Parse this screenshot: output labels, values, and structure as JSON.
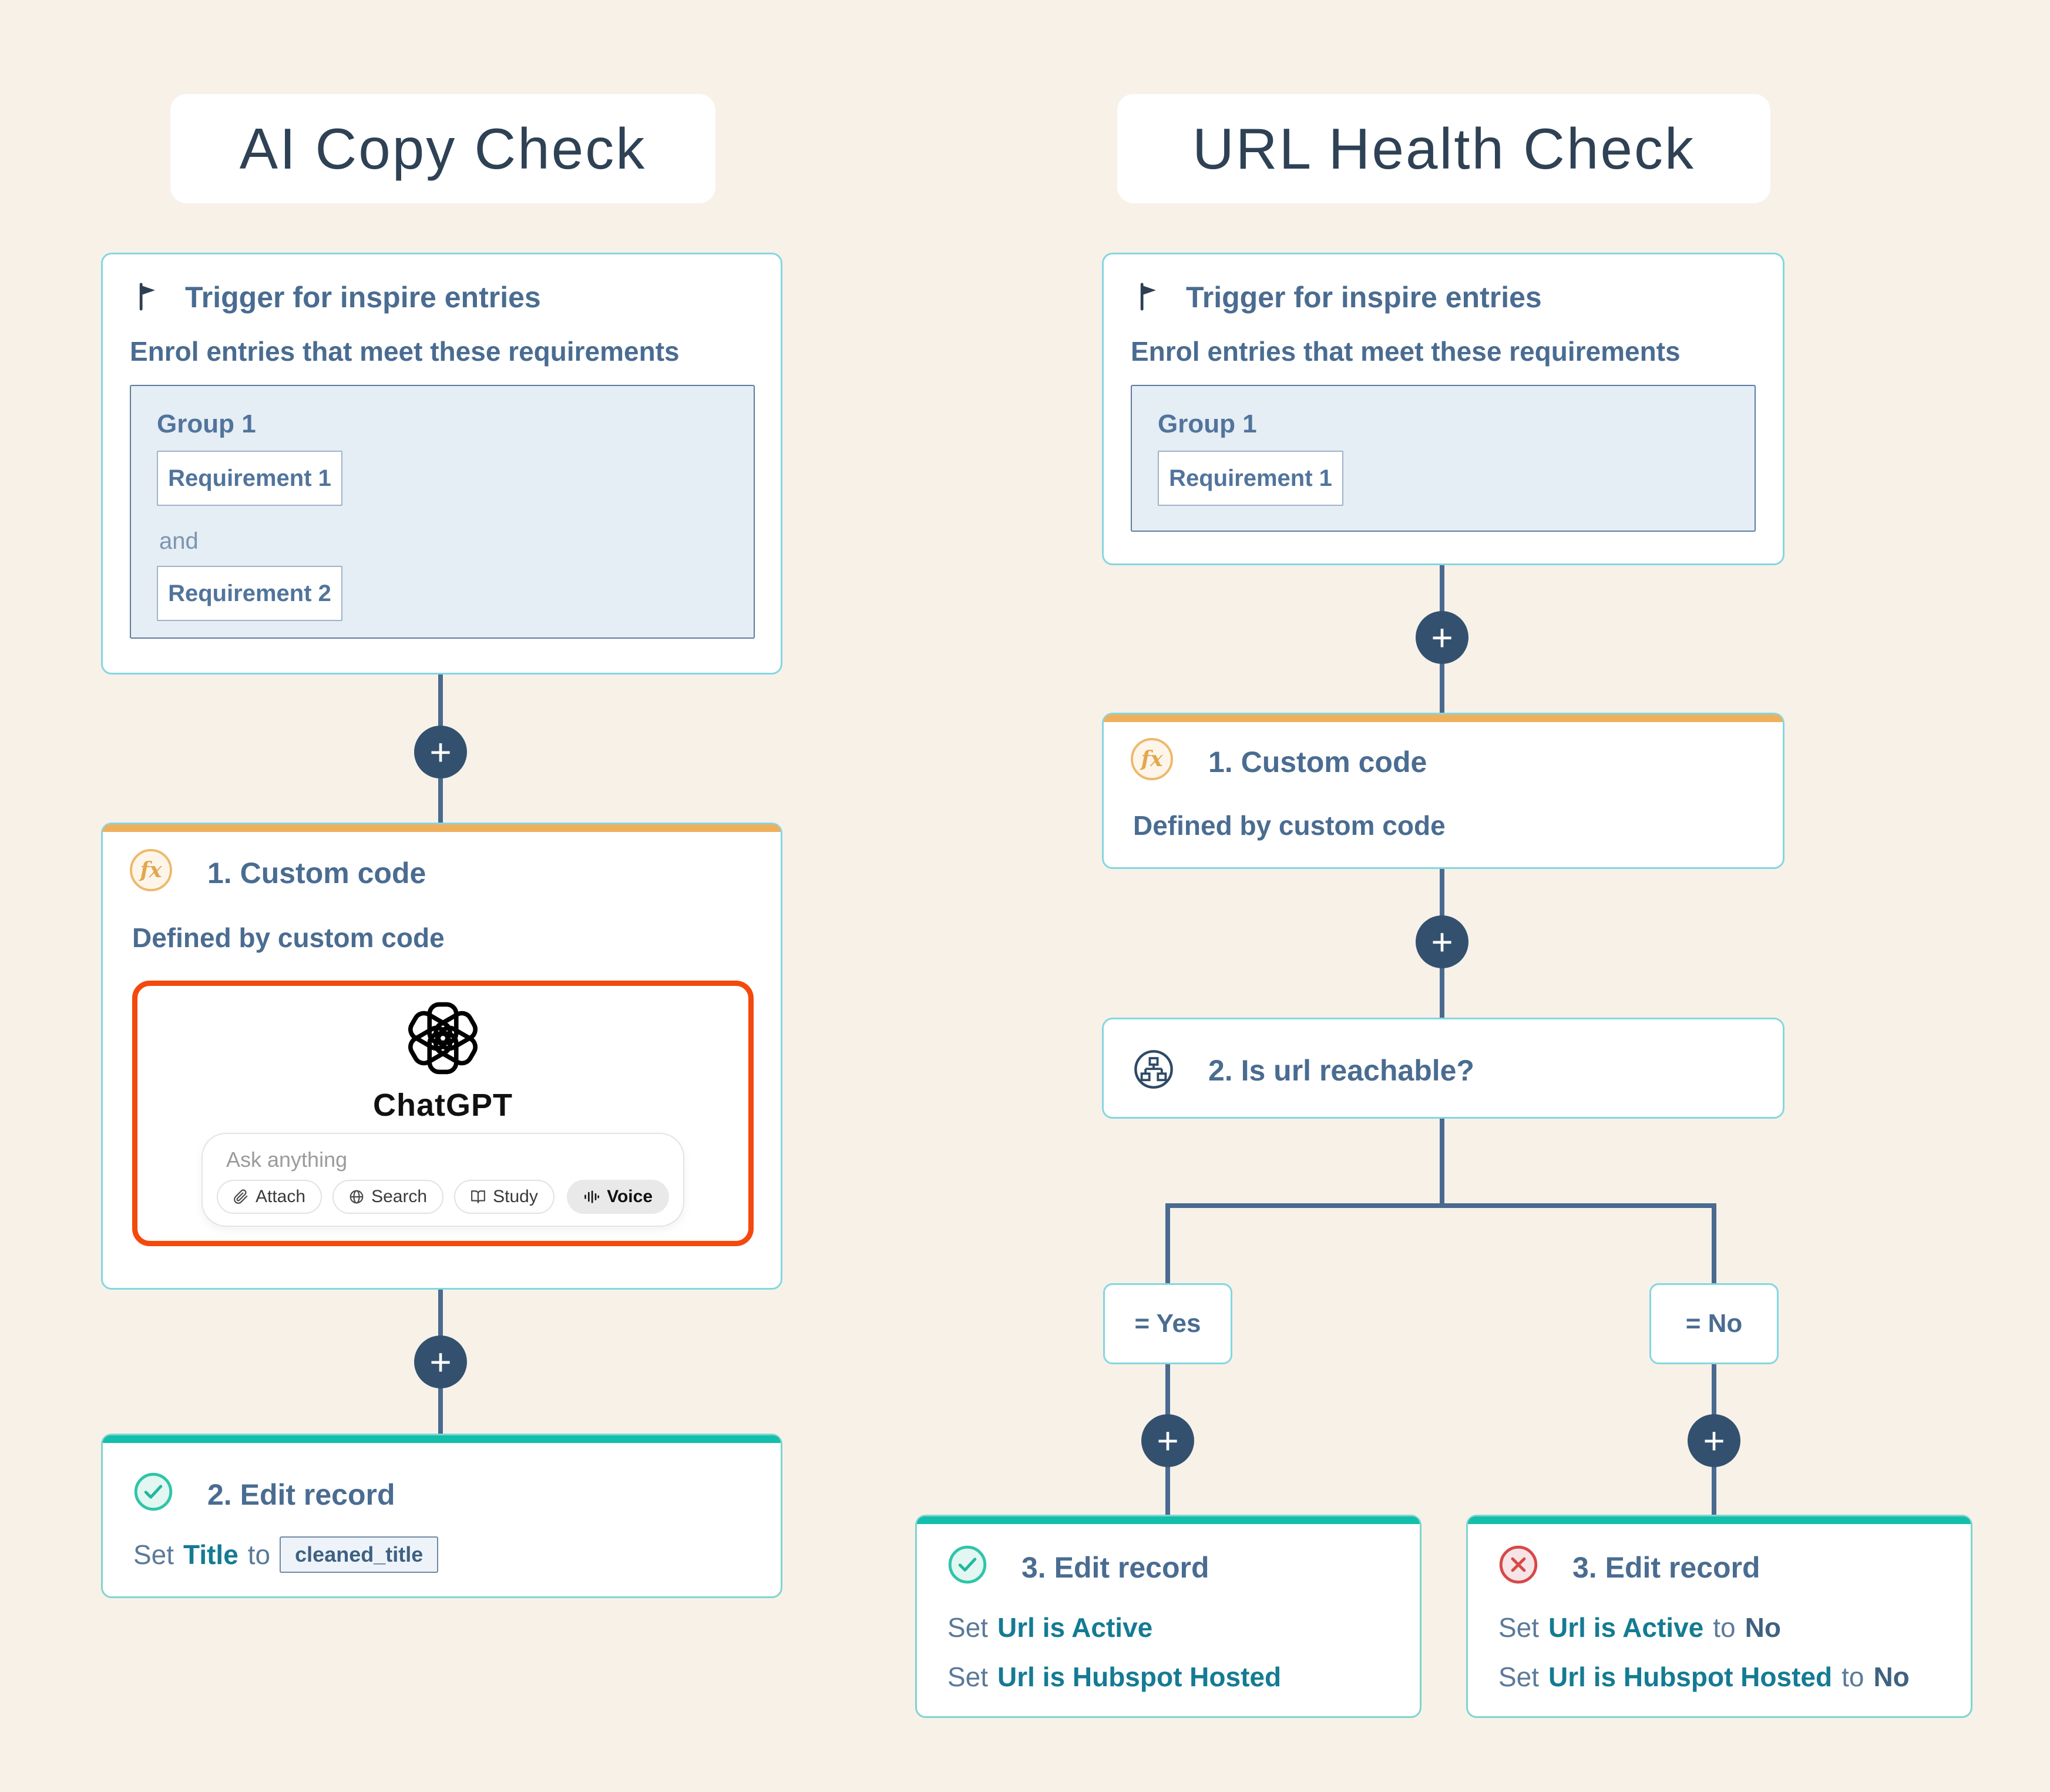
{
  "ui": {
    "plus": "+",
    "fx_label": "fx"
  },
  "colors": {
    "background": "#f7f1e8",
    "card_border_cyan": "#84d7e1",
    "accent_orange_bar": "#efb05e",
    "accent_teal_bar": "#13bfab",
    "connector_line": "#4a6a8f",
    "plus_circle": "#33516f",
    "node_text": "#4a6c91",
    "property_teal": "#147b93",
    "chatgpt_border_orange": "#f3490c",
    "success_green": "#2fc5a8",
    "error_red": "#d84848"
  },
  "left": {
    "title": "AI Copy Check",
    "trigger": {
      "heading": "Trigger for inspire entries",
      "subheading": "Enrol entries that meet these requirements",
      "group_label": "Group 1",
      "requirement_1": "Requirement 1",
      "conjunction": "and",
      "requirement_2": "Requirement 2"
    },
    "custom_code": {
      "heading": "1. Custom code",
      "subheading": "Defined by custom code"
    },
    "chatgpt": {
      "brand": "ChatGPT",
      "placeholder": "Ask anything",
      "attach": "Attach",
      "search": "Search",
      "study": "Study",
      "voice": "Voice"
    },
    "edit_record": {
      "heading": "2. Edit record",
      "set": "Set",
      "property": "Title",
      "to": "to",
      "value_tag": "cleaned_title"
    }
  },
  "right": {
    "title": "URL Health Check",
    "trigger": {
      "heading": "Trigger for inspire entries",
      "subheading": "Enrol entries that meet these requirements",
      "group_label": "Group 1",
      "requirement_1": "Requirement 1"
    },
    "custom_code": {
      "heading": "1. Custom code",
      "subheading": "Defined by custom code"
    },
    "branch": {
      "heading": "2. Is url reachable?",
      "yes_label": "= Yes",
      "no_label": "= No"
    },
    "edit_record_yes": {
      "heading": "3. Edit record",
      "line1_set": "Set",
      "line1_property": "Url is Active",
      "line2_set": "Set",
      "line2_property": "Url is Hubspot Hosted"
    },
    "edit_record_no": {
      "heading": "3. Edit record",
      "line1_set": "Set",
      "line1_property": "Url is Active",
      "line1_to": "to",
      "line1_value": "No",
      "line2_set": "Set",
      "line2_property": "Url is Hubspot Hosted",
      "line2_to": "to",
      "line2_value": "No"
    }
  }
}
